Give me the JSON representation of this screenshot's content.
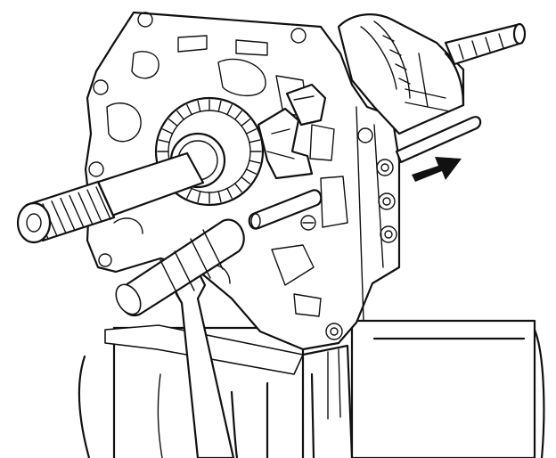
{
  "figure": {
    "subject": "",
    "parts": [
      {
        "id": "transmission-case",
        "icon": "gear-housing"
      },
      {
        "id": "mainshaft",
        "icon": "splined-shaft"
      },
      {
        "id": "output-shaft",
        "icon": "splined-shaft"
      },
      {
        "id": "roll-pin",
        "icon": "pin"
      },
      {
        "id": "drift-pin",
        "icon": "rod"
      },
      {
        "id": "hammer",
        "icon": "hammer"
      },
      {
        "id": "vise",
        "icon": "vise"
      }
    ],
    "direction_arrow": {
      "color": "#111111",
      "icon": "arrow-right"
    }
  },
  "colors": {
    "line": "#111111",
    "background": "#ffffff"
  }
}
